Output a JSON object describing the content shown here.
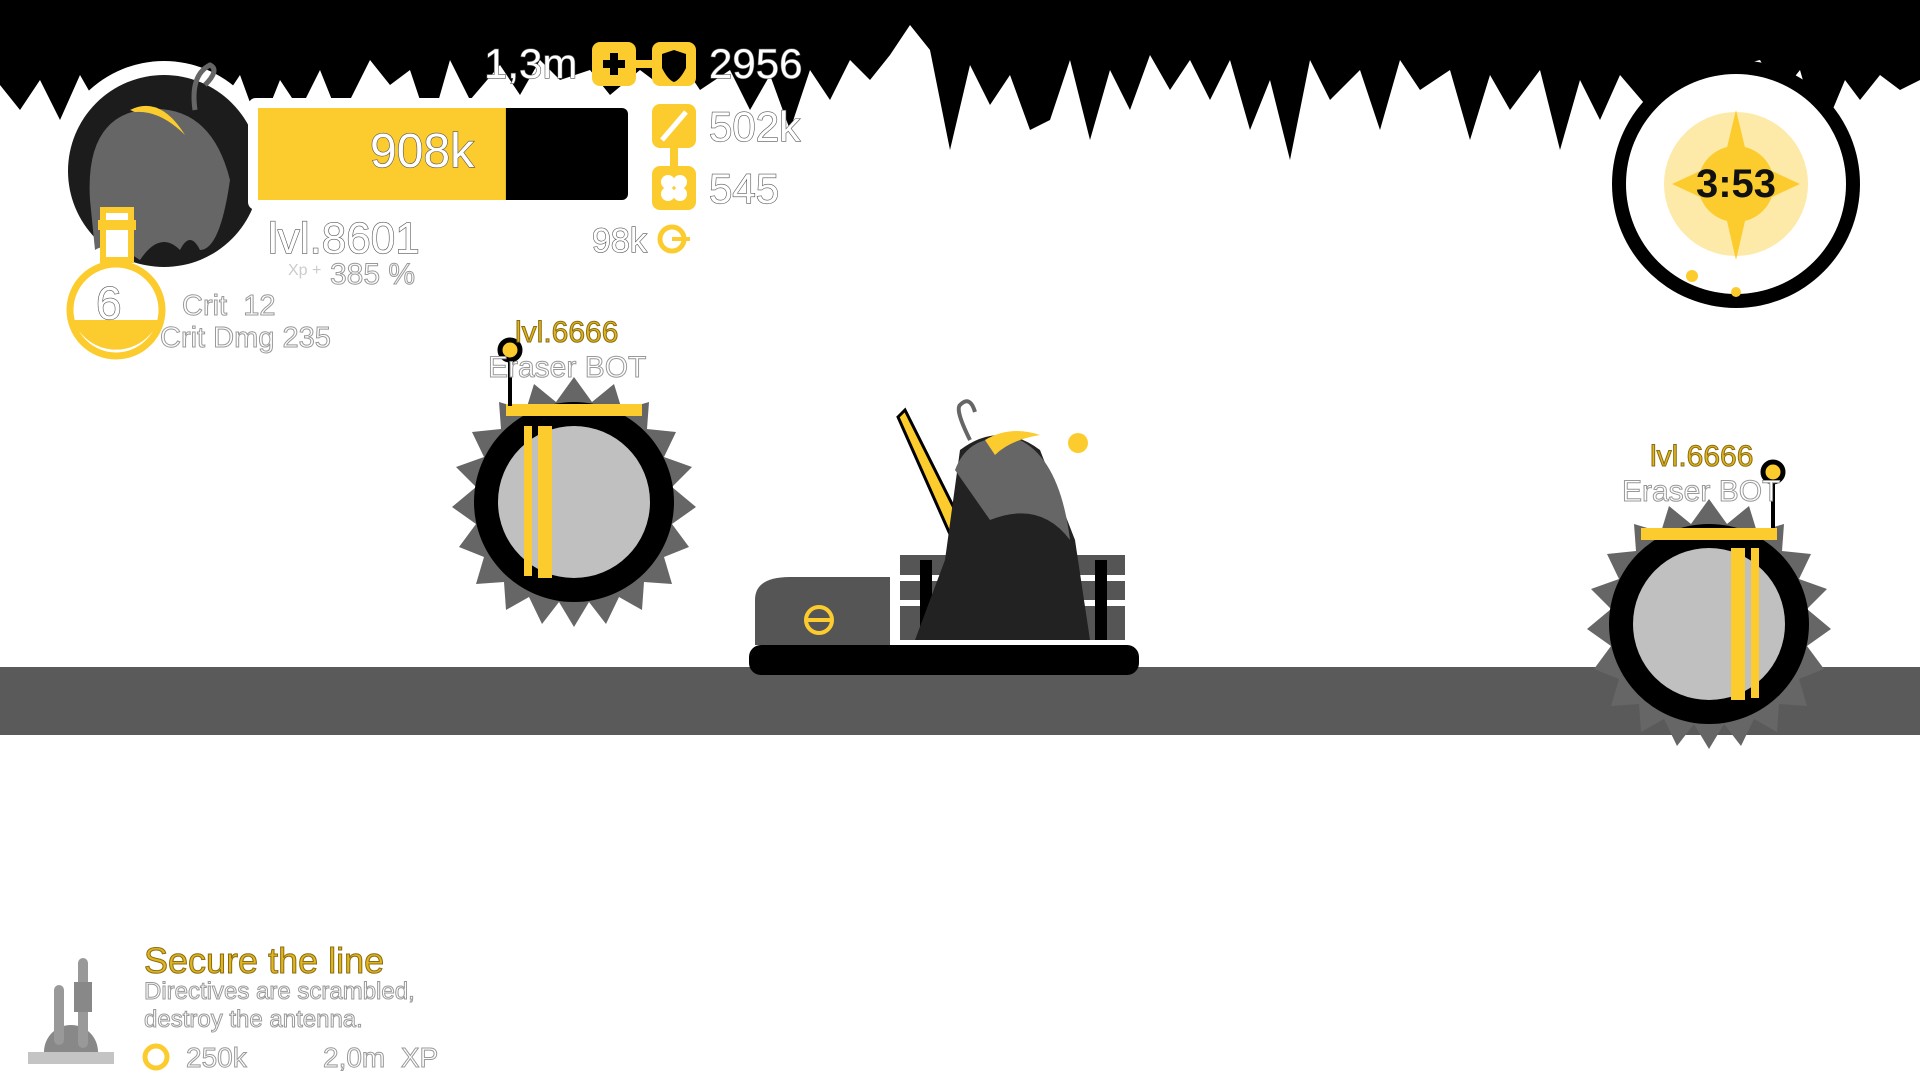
{
  "player": {
    "level": "lvl.8601",
    "xp_prefix": "Xp +",
    "xp_bonus": "385 %",
    "hp_value": "908k",
    "hp_fraction": 0.67,
    "potions": "6",
    "crit_label": "Crit",
    "crit_value": "12",
    "crit_dmg_label": "Crit Dmg",
    "crit_dmg_value": "235"
  },
  "stats": {
    "health_max": "1,3m",
    "armor": "2956",
    "attack": "502k",
    "luck": "545",
    "coins": "98k"
  },
  "timer": {
    "value": "3:53"
  },
  "enemies": [
    {
      "level": "lvl.6666",
      "name": "Eraser BOT"
    },
    {
      "level": "lvl.6666",
      "name": "Eraser BOT"
    }
  ],
  "quest": {
    "title": "Secure the line",
    "description_line1": "Directives are scrambled,",
    "description_line2": "destroy the antenna.",
    "reward_coins": "250k",
    "reward_xp": "2,0m",
    "xp_label": "XP"
  },
  "colors": {
    "accent": "#fccc2e",
    "ground": "#5a5a5a",
    "dark": "#000000"
  }
}
